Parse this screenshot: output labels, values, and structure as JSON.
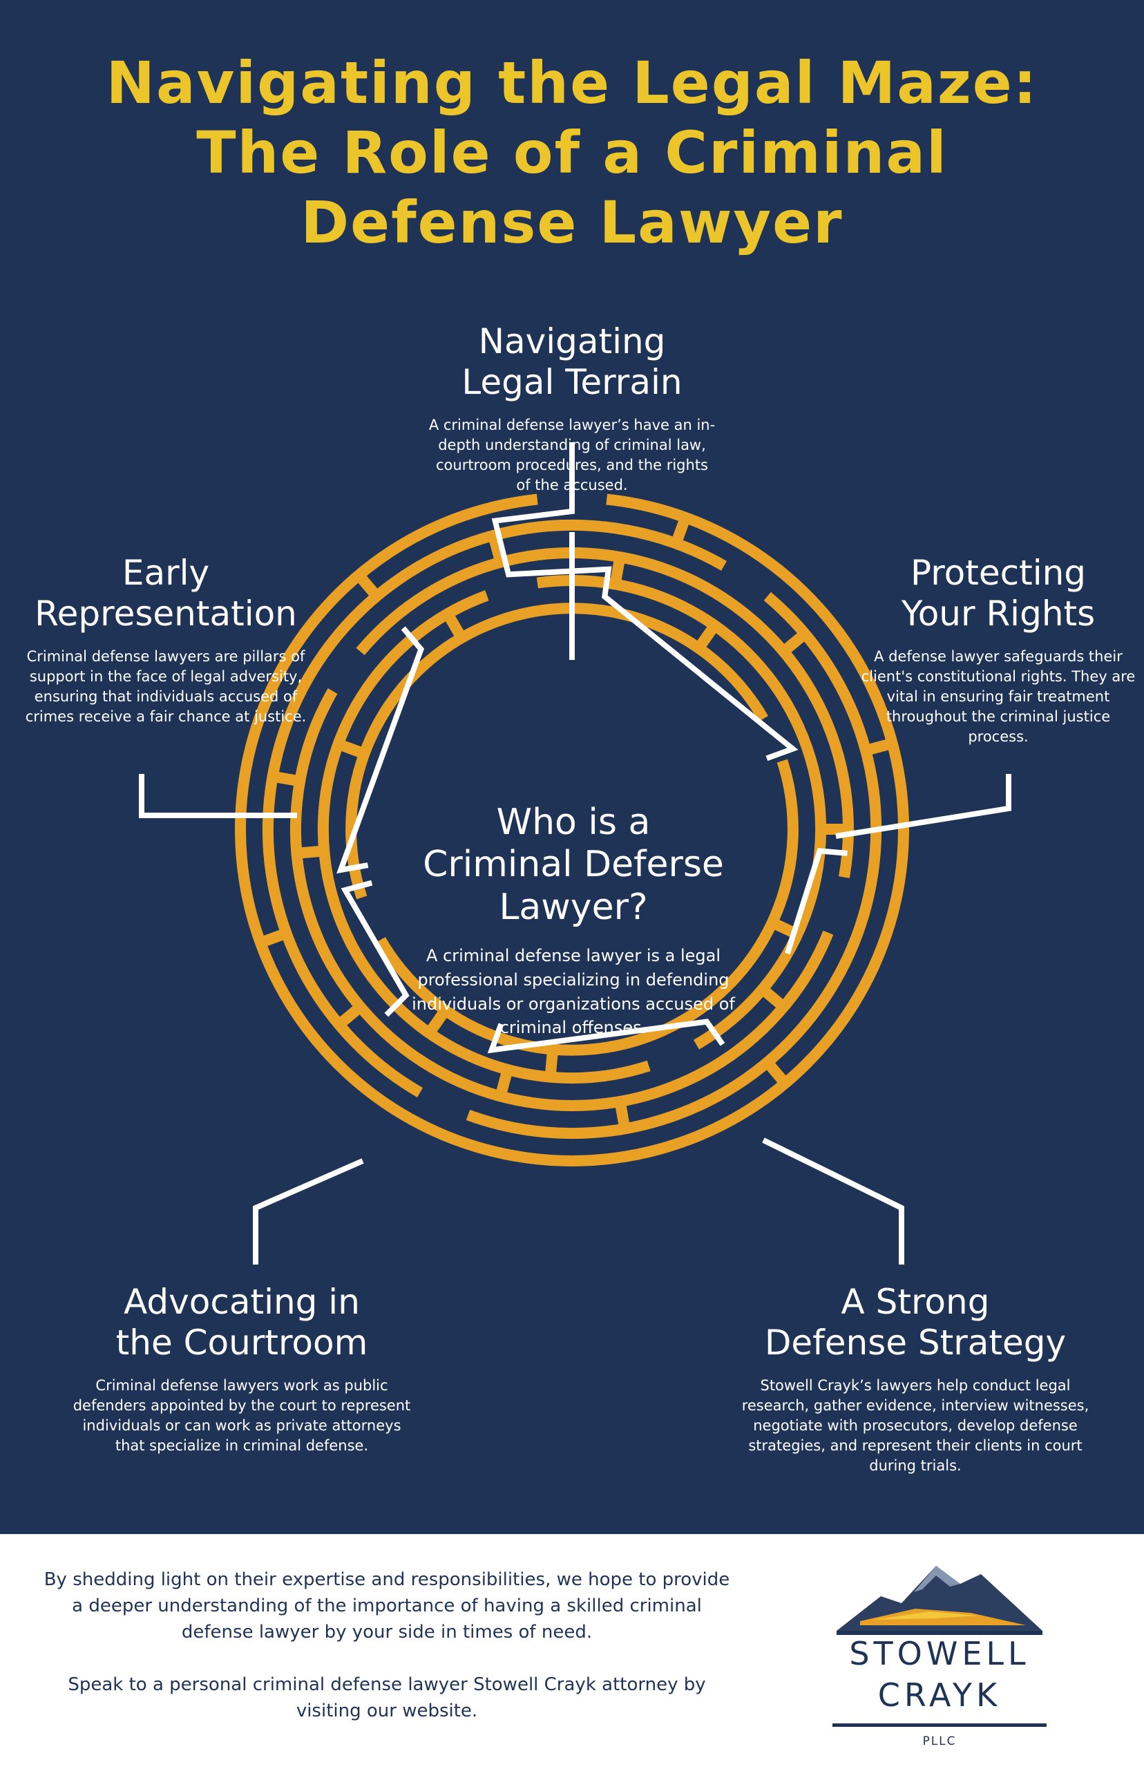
{
  "title": {
    "line1": "Navigating the Legal Maze:",
    "line2": "The Role of a Criminal",
    "line3": "Defense Lawyer"
  },
  "colors": {
    "background": "#1f3357",
    "accent": "#ecc52b",
    "maze": "#e9a125",
    "text": "#ffffff"
  },
  "center": {
    "heading_line1": "Who is a",
    "heading_line2": "Criminal Deferse",
    "heading_line3": "Lawyer?",
    "body": "A criminal defense lawyer is a legal professional specializing in defending individuals or organizations accused of criminal offenses."
  },
  "sections": {
    "top": {
      "heading_line1": "Navigating",
      "heading_line2": "Legal Terrain",
      "body": "A criminal defense lawyer’s have an in-depth understanding of criminal law, courtroom procedures, and the rights of the accused."
    },
    "left": {
      "heading_line1": "Early",
      "heading_line2": "Representation",
      "body": "Criminal defense lawyers are pillars of support in the face of legal adversity, ensuring that individuals accused of crimes receive a fair chance at justice."
    },
    "right": {
      "heading_line1": "Protecting",
      "heading_line2": "Your Rights",
      "body": "A defense lawyer safeguards their client's constitutional rights. They are vital in ensuring fair treatment throughout the criminal justice process."
    },
    "bottom_left": {
      "heading_line1": "Advocating in",
      "heading_line2": "the Courtroom",
      "body": "Criminal defense lawyers work as public defenders appointed by the court to represent individuals or can work as private attorneys that specialize in criminal defense."
    },
    "bottom_right": {
      "heading_line1": "A Strong",
      "heading_line2": "Defense Strategy",
      "body": "Stowell Crayk’s lawyers help conduct legal research, gather evidence, interview witnesses, negotiate with prosecutors, develop defense strategies, and represent their clients in court during trials."
    }
  },
  "footer": {
    "paragraph1": "By shedding light on their expertise and responsibilities, we hope to provide a deeper understanding of the importance of having a skilled criminal defense lawyer by your side in times of need.",
    "paragraph2": "Speak to a personal criminal defense lawyer Stowell Crayk attorney by visiting our website."
  },
  "logo": {
    "line1": "STOWELL",
    "line2": "CRAYK",
    "line3": "PLLC"
  }
}
